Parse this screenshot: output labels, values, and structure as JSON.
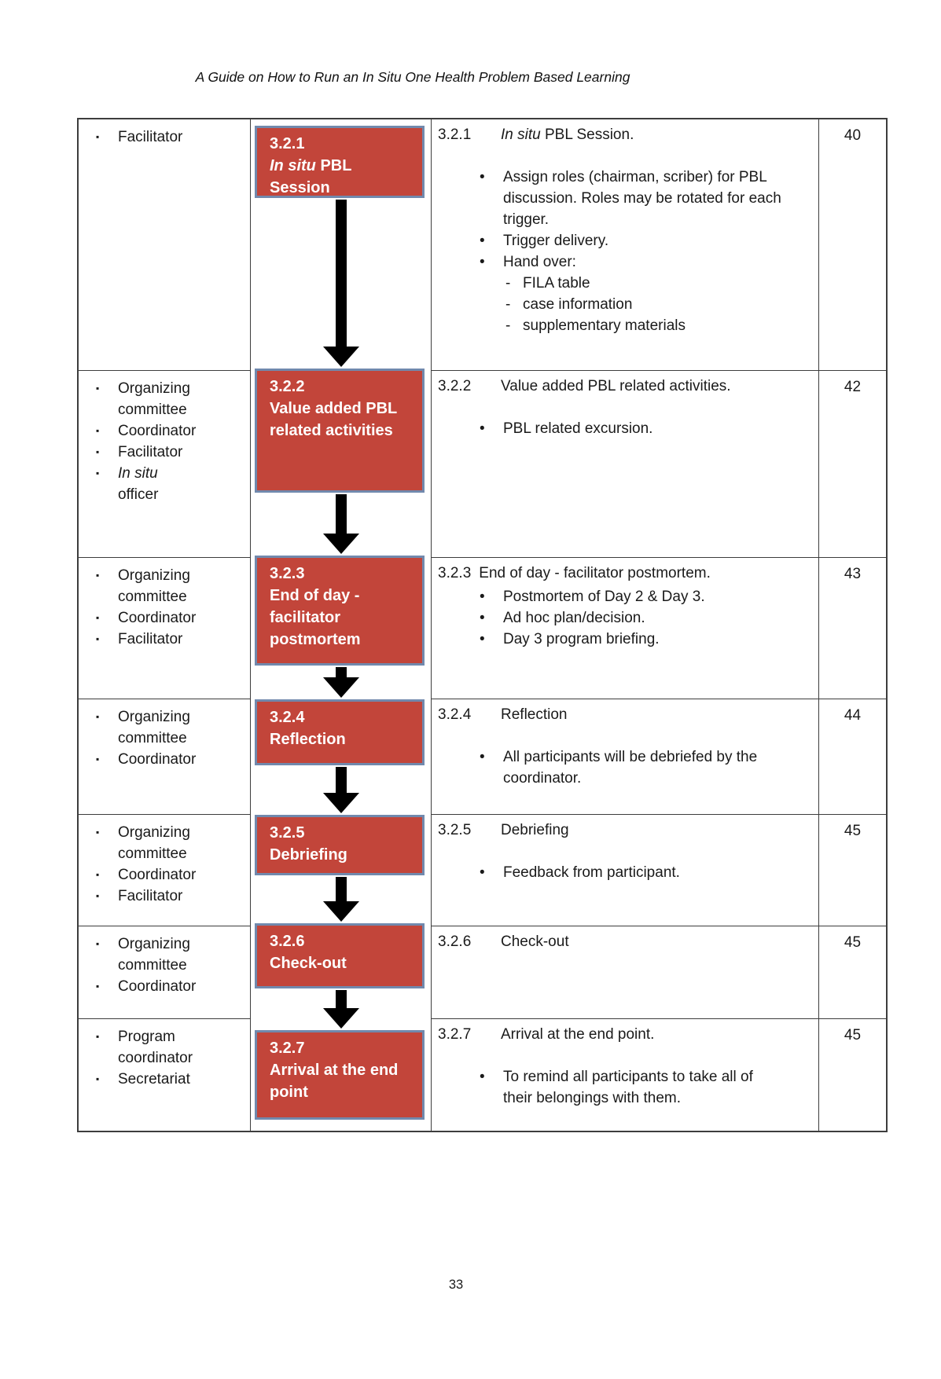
{
  "page": {
    "header": "A Guide on How to Run an In Situ One Health Problem Based Learning",
    "footer_page_number": "33"
  },
  "colors": {
    "box_fill": "#c2453a",
    "box_border": "#7189ad",
    "table_border": "#3d3d3d"
  },
  "icons": {
    "flow_connector": "down-arrow"
  },
  "rows": [
    {
      "roles": [
        "Facilitator"
      ],
      "box": {
        "num": "3.2.1",
        "label_italic": "In situ",
        "label_rest": " PBL",
        "label_line2": "Session"
      },
      "desc": {
        "num": "3.2.1",
        "title_italic": "In situ",
        "title_rest": " PBL Session."
      },
      "bullets": [
        "Assign roles (chairman, scriber) for PBL discussion. Roles may be rotated for each trigger.",
        "Trigger delivery.",
        "Hand over:"
      ],
      "dashes": [
        "FILA table",
        "case information",
        "supplementary materials"
      ],
      "page_ref": "40"
    },
    {
      "roles": [
        "Organizing committee",
        "Coordinator",
        "Facilitator"
      ],
      "role_extra": {
        "italic": "In situ",
        "rest": "officer"
      },
      "box": {
        "num": "3.2.2",
        "label": "Value added PBL related activities"
      },
      "desc": {
        "num": "3.2.2",
        "title": "Value added PBL related activities."
      },
      "bullets": [
        "PBL related excursion."
      ],
      "page_ref": "42"
    },
    {
      "roles": [
        "Organizing committee",
        "Coordinator",
        "Facilitator"
      ],
      "box": {
        "num": "3.2.3",
        "label": "End of day - facilitator postmortem"
      },
      "desc": {
        "num": "3.2.3",
        "title": "End of day - facilitator postmortem."
      },
      "bullets": [
        "Postmortem of Day 2 & Day 3.",
        "Ad hoc plan/decision.",
        "Day 3 program briefing."
      ],
      "page_ref": "43"
    },
    {
      "roles": [
        "Organizing committee",
        "Coordinator"
      ],
      "box": {
        "num": "3.2.4",
        "label": "Reflection"
      },
      "desc": {
        "num": "3.2.4",
        "title": "Reflection"
      },
      "bullets": [
        "All participants will be debriefed by the coordinator."
      ],
      "page_ref": "44"
    },
    {
      "roles": [
        "Organizing committee",
        "Coordinator",
        "Facilitator"
      ],
      "box": {
        "num": "3.2.5",
        "label": "Debriefing"
      },
      "desc": {
        "num": "3.2.5",
        "title": "Debriefing"
      },
      "bullets": [
        "Feedback from participant."
      ],
      "page_ref": "45"
    },
    {
      "roles": [
        "Organizing committee",
        "Coordinator"
      ],
      "box": {
        "num": "3.2.6",
        "label": "Check-out"
      },
      "desc": {
        "num": "3.2.6",
        "title": "Check-out"
      },
      "bullets": [],
      "page_ref": "45"
    },
    {
      "roles": [
        "Program coordinator",
        "Secretariat"
      ],
      "box": {
        "num": "3.2.7",
        "label": "Arrival at the end point"
      },
      "desc": {
        "num": "3.2.7",
        "title": "Arrival at the end point."
      },
      "bullets": [
        "To remind all participants to take all of their belongings with them."
      ],
      "page_ref": "45"
    }
  ]
}
